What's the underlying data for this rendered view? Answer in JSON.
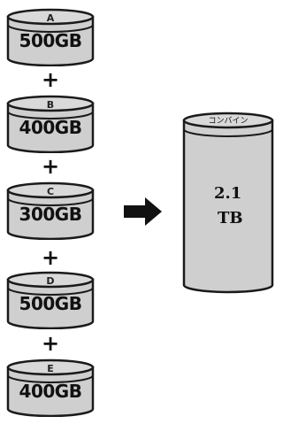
{
  "diagram": {
    "disks": [
      {
        "letter": "A",
        "capacity": "500GB"
      },
      {
        "letter": "B",
        "capacity": "400GB"
      },
      {
        "letter": "C",
        "capacity": "300GB"
      },
      {
        "letter": "D",
        "capacity": "500GB"
      },
      {
        "letter": "E",
        "capacity": "400GB"
      }
    ],
    "plus_symbol": "+",
    "combined": {
      "label": "コンバイン",
      "value": "2.1",
      "unit": "TB"
    },
    "colors": {
      "disk_fill": "#cfcfcf",
      "outline": "#1a1a1a",
      "arrow": "#111111"
    }
  }
}
